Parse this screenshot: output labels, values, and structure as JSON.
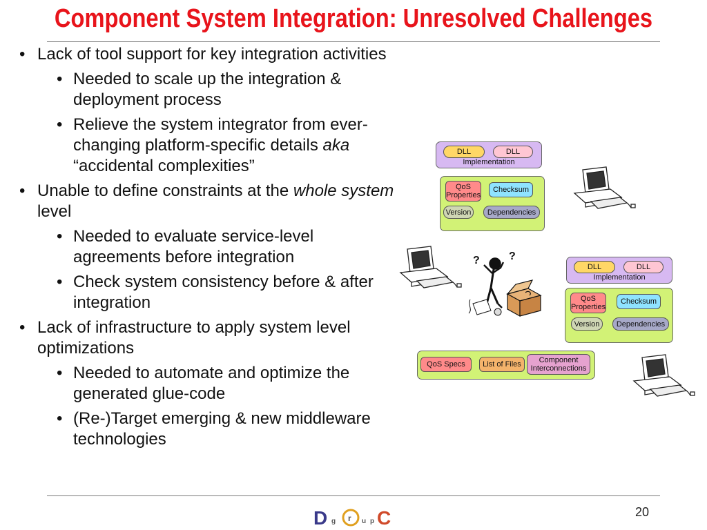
{
  "slide": {
    "title": "Component System Integration: Unresolved Challenges",
    "page_number": "20"
  },
  "bullets": [
    {
      "text": "Lack of tool support for key integration activities",
      "sub": [
        {
          "text": "Needed to scale up the integration & deployment process"
        },
        {
          "before": "Relieve the system integrator from ever-changing platform-specific details ",
          "em": "aka",
          "after": " “accidental complexities”"
        }
      ]
    },
    {
      "before": "Unable to define constraints at the ",
      "em": "whole system",
      "after": " level",
      "sub": [
        {
          "text": "Needed to evaluate service-level agreements before integration"
        },
        {
          "text": "Check system consistency before & after integration"
        }
      ]
    },
    {
      "text": "Lack of infrastructure to apply system level optimizations",
      "sub": [
        {
          "text": "Needed to automate and optimize the generated glue-code"
        },
        {
          "text": "(Re-)Target emerging & new middleware technologies"
        }
      ]
    }
  ],
  "diagram": {
    "impl1": {
      "dll_a": "DLL",
      "dll_b": "DLL",
      "caption": "Implementation"
    },
    "meta1": {
      "qos": "QoS\nProperties",
      "checksum": "Checksum",
      "version": "Version",
      "deps": "Dependencies"
    },
    "impl2": {
      "dll_a": "DLL",
      "dll_b": "DLL",
      "caption": "Implementation"
    },
    "meta2": {
      "qos": "QoS\nProperties",
      "checksum": "Checksum",
      "version": "Version",
      "deps": "Dependencies"
    },
    "assembly": {
      "qos_specs": "QoS Specs",
      "files": "List of Files",
      "interconnections": "Component\nInterconnections"
    },
    "question_marks": [
      "?",
      "?"
    ]
  },
  "logo": {
    "text": "D g r o u p C",
    "letters": [
      "D",
      "g",
      "r",
      "o",
      "u",
      "p",
      "C"
    ]
  },
  "colors": {
    "title": "#e8141b",
    "impl_panel": "#d7b9f2",
    "meta_panel": "#d2f276",
    "dll": "#ffd766",
    "dll_b": "#ffc6d3",
    "qos": "#ff8a8a",
    "checksum": "#8fe3ff",
    "version": "#cfd6b4",
    "deps": "#a7a9c8",
    "files": "#f4b36b",
    "interconnect": "#e6a2cf"
  }
}
